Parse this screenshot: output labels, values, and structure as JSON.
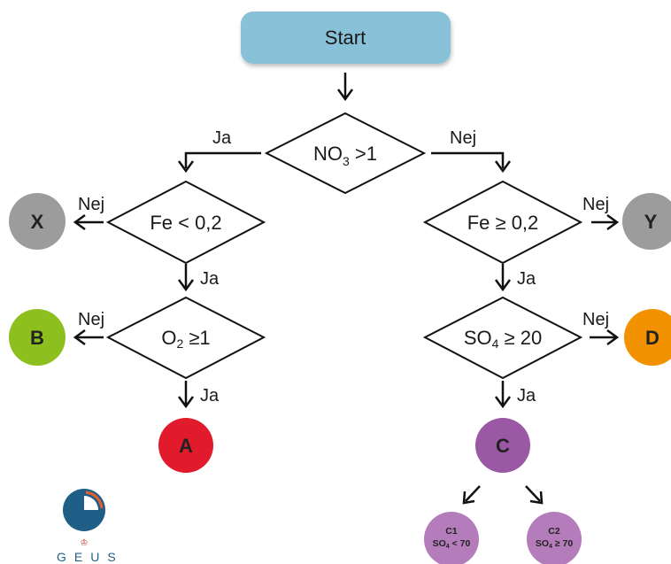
{
  "start": {
    "label": "Start",
    "color": "#89c1d8"
  },
  "decisions": {
    "no3": {
      "label": "NO",
      "sub": "3",
      "rest": " >1"
    },
    "fe_left": {
      "label": "Fe < 0,2"
    },
    "o2": {
      "label": "O",
      "sub": "2",
      "rest": " ≥1"
    },
    "fe_right": {
      "label": "Fe ≥ 0,2"
    },
    "so4": {
      "label": "SO",
      "sub": "4",
      "rest": " ≥ 20"
    }
  },
  "edges": {
    "ja": "Ja",
    "nej": "Nej"
  },
  "outcomes": {
    "x": {
      "label": "X",
      "color": "#9c9c9c"
    },
    "y": {
      "label": "Y",
      "color": "#9c9c9c"
    },
    "b": {
      "label": "B",
      "color": "#8dbf1e"
    },
    "a": {
      "label": "A",
      "color": "#e11a2c"
    },
    "d": {
      "label": "D",
      "color": "#f39200"
    },
    "c": {
      "label": "C",
      "color": "#9b59a5"
    },
    "c1": {
      "title": "C1",
      "line_pre": "SO",
      "sub": "4",
      "line_post": " < 70",
      "color": "#b47cba"
    },
    "c2": {
      "title": "C2",
      "line_pre": "SO",
      "sub": "4",
      "line_post": " ≥ 70",
      "color": "#b47cba"
    }
  },
  "logo": {
    "text": "GEUS",
    "color_dark": "#1f5f87",
    "color_accent": "#e85d2a"
  }
}
